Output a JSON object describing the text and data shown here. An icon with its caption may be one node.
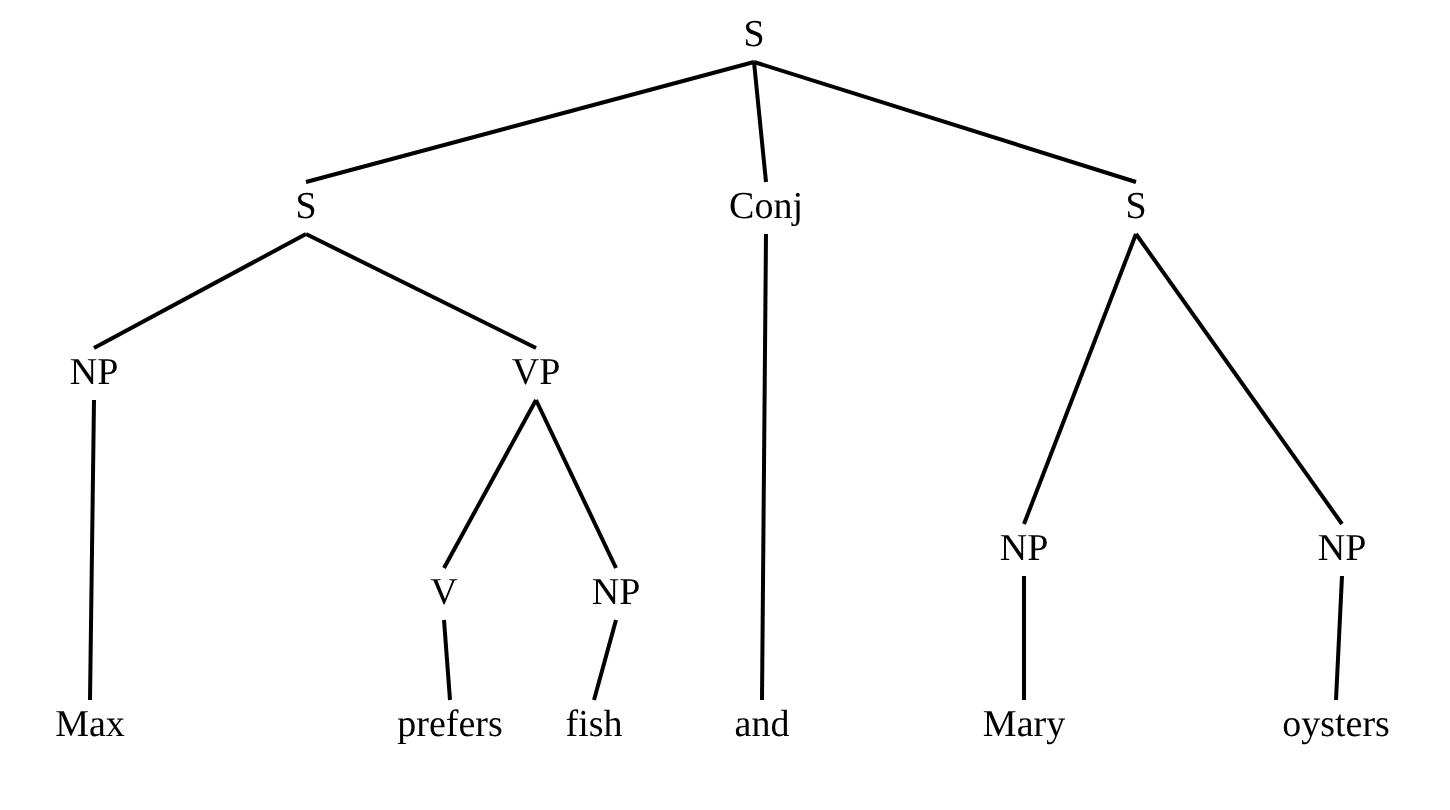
{
  "diagram": {
    "nodes": [
      {
        "text": [
          "S"
        ]
      },
      {
        "text": [
          "S"
        ]
      },
      {
        "text": [
          "Conj"
        ]
      },
      {
        "text": [
          "S"
        ]
      },
      {
        "text": [
          "NP"
        ]
      },
      {
        "text": [
          "VP"
        ]
      },
      {
        "text": [
          "V"
        ]
      },
      {
        "text": [
          "NP"
        ]
      },
      {
        "text": [
          "NP"
        ]
      },
      {
        "text": [
          "NP"
        ]
      },
      {
        "text": [
          "Max"
        ]
      },
      {
        "text": [
          "prefers"
        ]
      },
      {
        "text": [
          "fish"
        ]
      },
      {
        "text": [
          "and"
        ]
      },
      {
        "text": [
          "Mary"
        ]
      },
      {
        "text": [
          "oysters"
        ]
      }
    ],
    "edges": [
      {
        "from": 0,
        "to": 1,
        "arrow": "none"
      },
      {
        "from": 0,
        "to": 2,
        "arrow": "none"
      },
      {
        "from": 0,
        "to": 3,
        "arrow": "none"
      },
      {
        "from": 1,
        "to": 4,
        "arrow": "none"
      },
      {
        "from": 1,
        "to": 5,
        "arrow": "none"
      },
      {
        "from": 3,
        "to": 8,
        "arrow": "none"
      },
      {
        "from": 3,
        "to": 9,
        "arrow": "none"
      },
      {
        "from": 5,
        "to": 6,
        "arrow": "none"
      },
      {
        "from": 5,
        "to": 7,
        "arrow": "none"
      },
      {
        "from": 4,
        "to": 10,
        "arrow": "none"
      },
      {
        "from": 6,
        "to": 11,
        "arrow": "none"
      },
      {
        "from": 7,
        "to": 12,
        "arrow": "none"
      },
      {
        "from": 2,
        "to": 13,
        "arrow": "none"
      },
      {
        "from": 8,
        "to": 14,
        "arrow": "none"
      },
      {
        "from": 9,
        "to": 15,
        "arrow": "none"
      }
    ]
  }
}
